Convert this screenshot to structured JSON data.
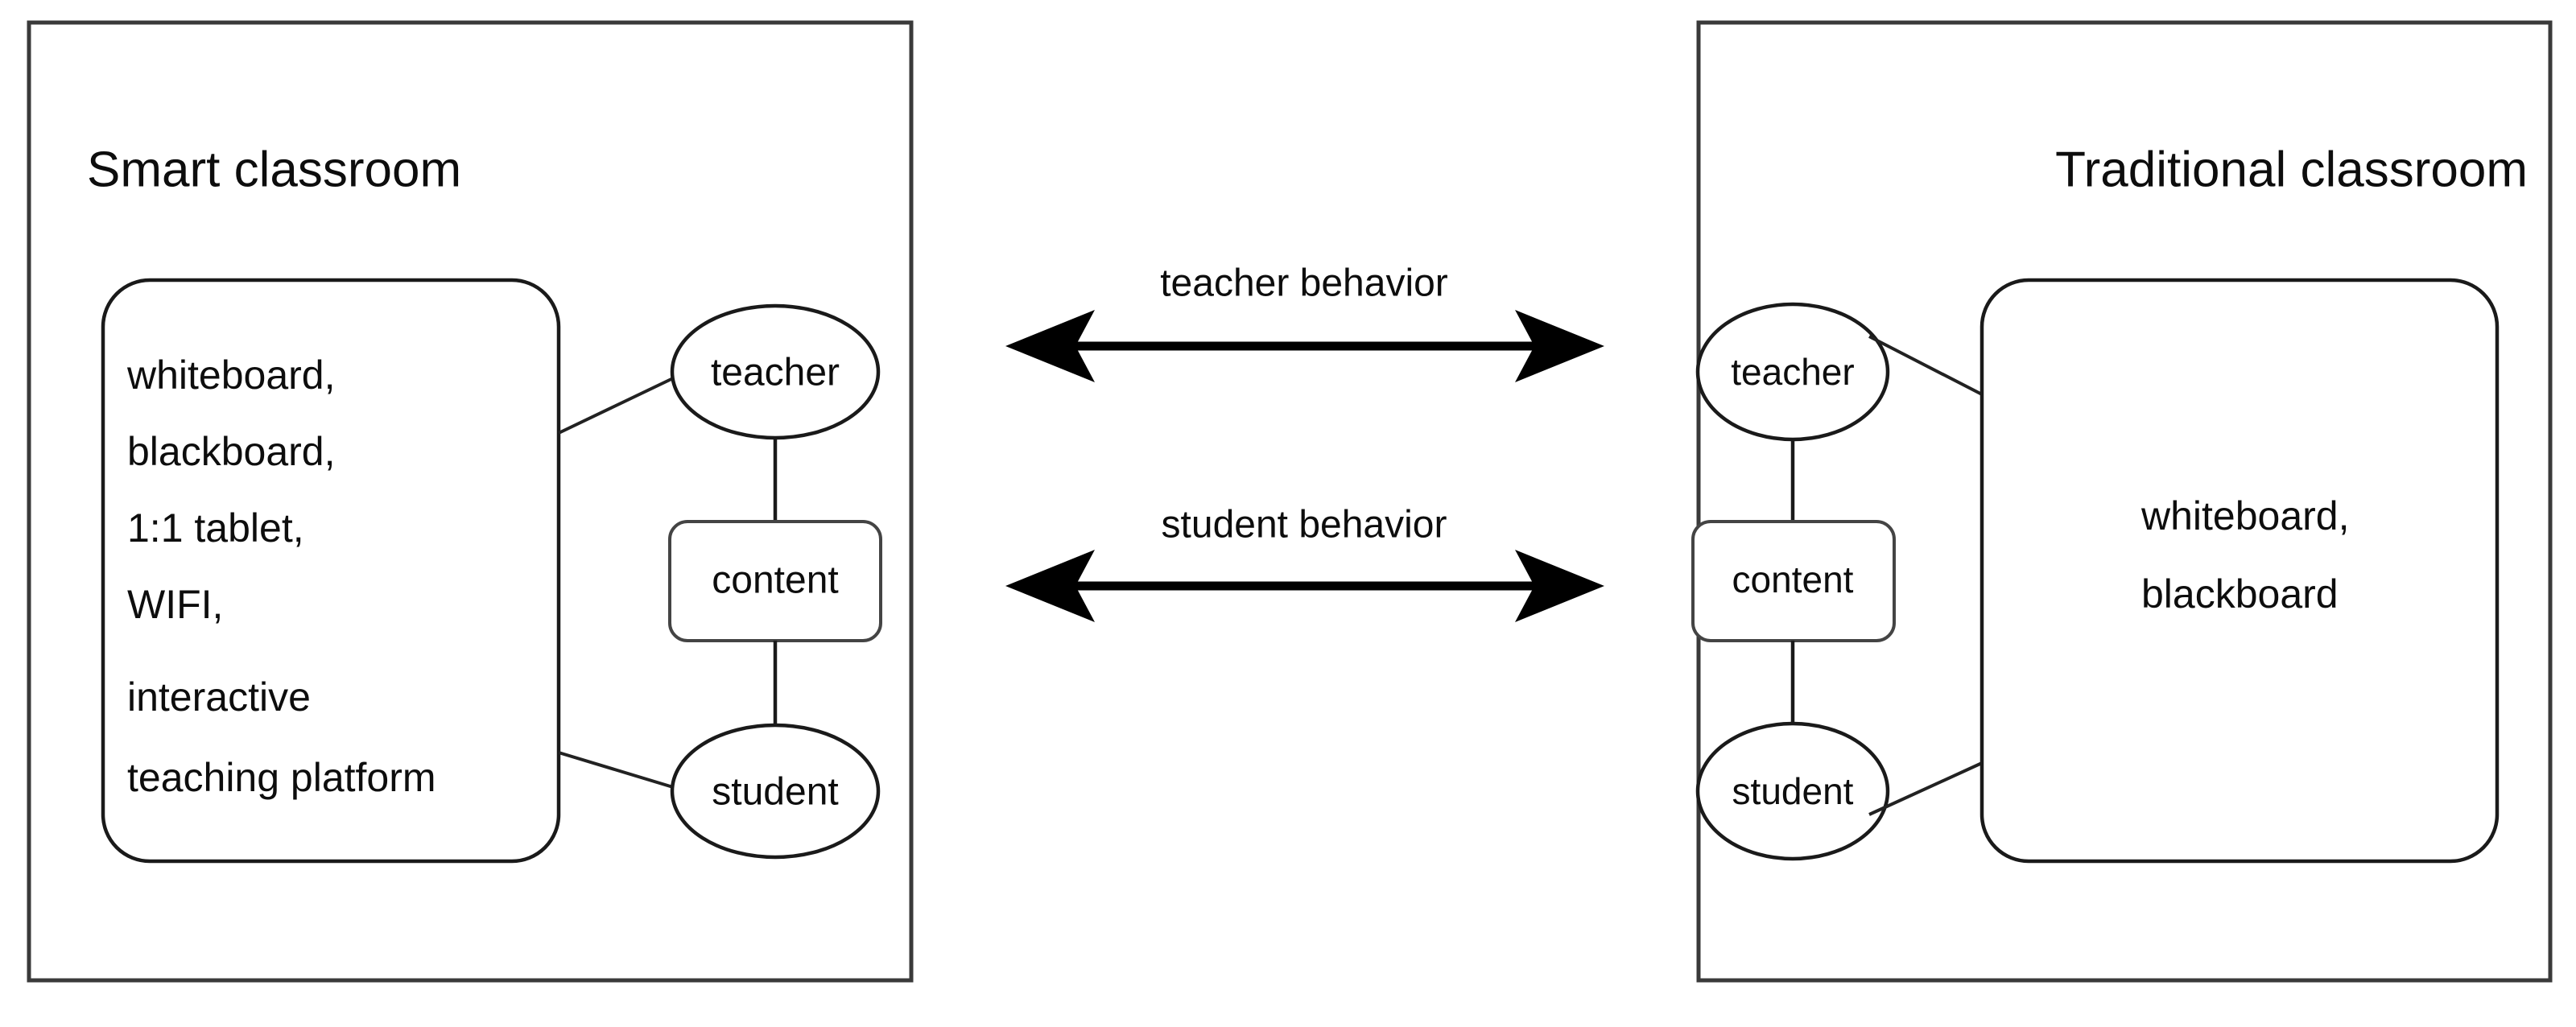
{
  "diagram": {
    "title_left": "Smart classroom",
    "title_right": "Traditional classroom",
    "panels": [
      {
        "id": "smart-classroom",
        "title": "Smart classroom",
        "equipment_lines": [
          "whiteboard,",
          "blackboard,",
          "1:1 tablet,",
          "WIFI,",
          "interactive",
          "teaching platform"
        ],
        "nodes": {
          "teacher": "teacher",
          "content": "content",
          "student": "student"
        }
      },
      {
        "id": "traditional-classroom",
        "title": "Traditional classroom",
        "equipment_lines": [
          "whiteboard,",
          "blackboard"
        ],
        "nodes": {
          "teacher": "teacher",
          "content": "content",
          "student": "student"
        }
      }
    ],
    "connectors": [
      {
        "id": "teacher-behavior",
        "label": "teacher behavior",
        "type": "double-arrow"
      },
      {
        "id": "student-behavior",
        "label": "student behavior",
        "type": "double-arrow"
      }
    ],
    "colors": {
      "background": "#ffffff",
      "frame_stroke": "#3a3a3a",
      "shape_stroke": "#1a1a1a",
      "arrow": "#000000",
      "text": "#0d0d0d"
    }
  }
}
